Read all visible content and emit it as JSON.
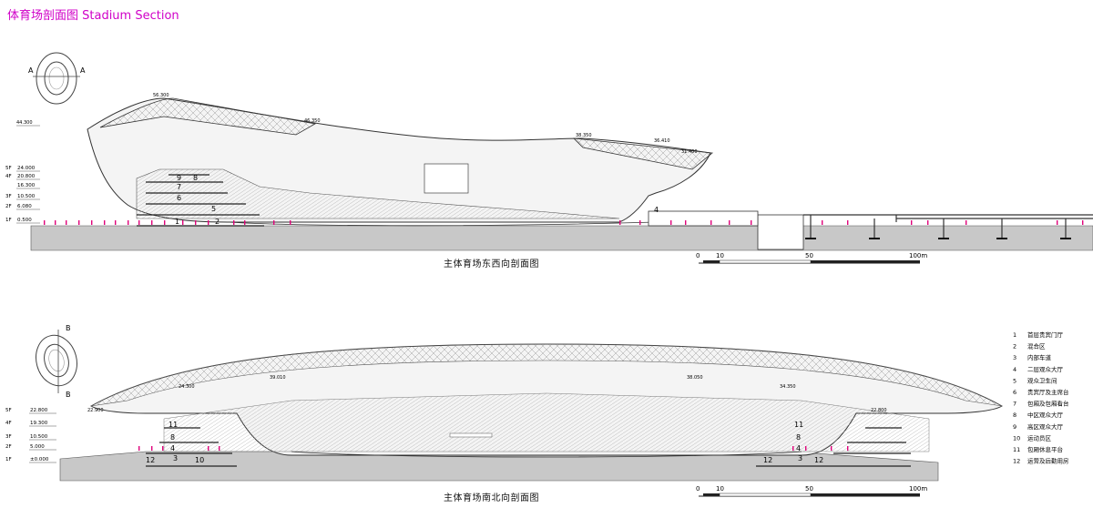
{
  "title": "体育场剖面图 Stadium Section",
  "section_ew": {
    "caption": "主体育场东西向剖面图",
    "marker": "A",
    "levels": [
      {
        "label": "5F",
        "value": "24.000"
      },
      {
        "label": "4F",
        "value": "20.800"
      },
      {
        "label": "",
        "value": "16.300"
      },
      {
        "label": "3F",
        "value": "10.500"
      },
      {
        "label": "2F",
        "value": "6.080"
      },
      {
        "label": "1F",
        "value": "0.500"
      }
    ],
    "top_level": "44.300",
    "roof_elevations": [
      "56.300",
      "46.350",
      "38.350",
      "36.410",
      "31.400"
    ],
    "room_numbers": [
      "1",
      "2",
      "5",
      "6",
      "7",
      "8",
      "9",
      "4"
    ]
  },
  "section_ns": {
    "caption": "主体育场南北向剖面图",
    "marker": "B",
    "levels": [
      {
        "label": "5F",
        "value": "22.800"
      },
      {
        "label": "4F",
        "value": "19.300"
      },
      {
        "label": "3F",
        "value": "10.500"
      },
      {
        "label": "2F",
        "value": "5.000"
      },
      {
        "label": "1F",
        "value": "±0.000"
      }
    ],
    "roof_elevations": [
      "24.300",
      "39.010",
      "38.050",
      "34.350",
      "22.900",
      "22.800"
    ],
    "room_numbers_left": [
      "11",
      "8",
      "4",
      "12",
      "3",
      "10"
    ],
    "room_numbers_right": [
      "11",
      "8",
      "4",
      "12",
      "3",
      "12"
    ]
  },
  "scale_bar": {
    "labels": [
      "0",
      "10",
      "50",
      "100m"
    ]
  },
  "legend": [
    {
      "num": "1",
      "text": "首层贵宾门厅"
    },
    {
      "num": "2",
      "text": "混合区"
    },
    {
      "num": "3",
      "text": "内部车道"
    },
    {
      "num": "4",
      "text": "二层观众大厅"
    },
    {
      "num": "5",
      "text": "观众卫生间"
    },
    {
      "num": "6",
      "text": "贵宾厅及主席台"
    },
    {
      "num": "7",
      "text": "包厢及包厢看台"
    },
    {
      "num": "8",
      "text": "中区观众大厅"
    },
    {
      "num": "9",
      "text": "高区观众大厅"
    },
    {
      "num": "10",
      "text": "运动员区"
    },
    {
      "num": "11",
      "text": "包厢休息平台"
    },
    {
      "num": "12",
      "text": "运营及后勤用房"
    }
  ],
  "colors": {
    "title": "#d000c8",
    "ground": "#c8c8c8",
    "accent": "#e0007a",
    "line": "#333333"
  }
}
